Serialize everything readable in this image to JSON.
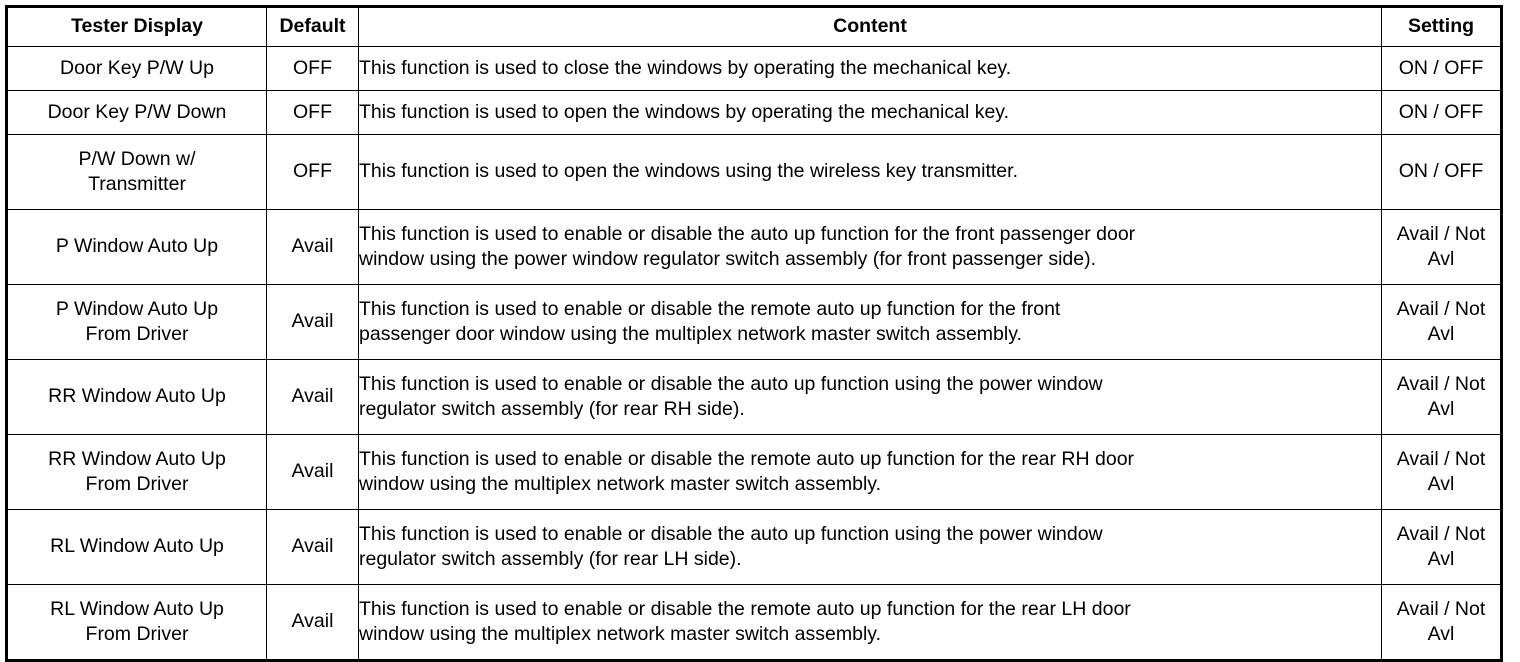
{
  "table": {
    "columns": [
      {
        "key": "display",
        "label": "Tester Display"
      },
      {
        "key": "default",
        "label": "Default"
      },
      {
        "key": "content",
        "label": "Content"
      },
      {
        "key": "setting",
        "label": "Setting"
      }
    ],
    "rows": [
      {
        "display_l1": "Door Key P/W Up",
        "display_l2": "",
        "default": "OFF",
        "content_l1": "This function is used to close the windows by operating the mechanical key.",
        "content_l2": "",
        "setting_l1": "ON / OFF",
        "setting_l2": ""
      },
      {
        "display_l1": "Door Key P/W Down",
        "display_l2": "",
        "default": "OFF",
        "content_l1": "This function is used to open the windows by operating the mechanical key.",
        "content_l2": "",
        "setting_l1": "ON / OFF",
        "setting_l2": ""
      },
      {
        "display_l1": "P/W Down w/",
        "display_l2": "Transmitter",
        "default": "OFF",
        "content_l1": "This function is used to open the windows using the wireless key transmitter.",
        "content_l2": "",
        "setting_l1": "ON / OFF",
        "setting_l2": ""
      },
      {
        "display_l1": "P Window Auto Up",
        "display_l2": "",
        "default": "Avail",
        "content_l1": "This function is used to enable or disable the auto up function for the front passenger door",
        "content_l2": "window using the power window regulator switch assembly (for front passenger side).",
        "setting_l1": "Avail / Not",
        "setting_l2": "Avl"
      },
      {
        "display_l1": "P Window Auto Up",
        "display_l2": "From Driver",
        "default": "Avail",
        "content_l1": "This function is used to enable or disable the remote auto up function for the front",
        "content_l2": "passenger door window using the multiplex network master switch assembly.",
        "setting_l1": "Avail / Not",
        "setting_l2": "Avl"
      },
      {
        "display_l1": "RR Window Auto Up",
        "display_l2": "",
        "default": "Avail",
        "content_l1": "This function is used to enable or disable the auto up function using the power window",
        "content_l2": "regulator switch assembly (for rear RH side).",
        "setting_l1": "Avail / Not",
        "setting_l2": "Avl"
      },
      {
        "display_l1": "RR Window Auto Up",
        "display_l2": "From Driver",
        "default": "Avail",
        "content_l1": "This function is used to enable or disable the remote auto up function for the rear RH door",
        "content_l2": "window using the multiplex network master switch assembly.",
        "setting_l1": "Avail / Not",
        "setting_l2": "Avl"
      },
      {
        "display_l1": "RL Window Auto Up",
        "display_l2": "",
        "default": "Avail",
        "content_l1": "This function is used to enable or disable the auto up function using the power window",
        "content_l2": "regulator switch assembly (for rear LH side).",
        "setting_l1": "Avail / Not",
        "setting_l2": "Avl"
      },
      {
        "display_l1": "RL Window Auto Up",
        "display_l2": "From Driver",
        "default": "Avail",
        "content_l1": "This function is used to enable or disable the remote auto up function for the rear LH door",
        "content_l2": "window using the multiplex network master switch assembly.",
        "setting_l1": "Avail / Not",
        "setting_l2": "Avl"
      }
    ]
  },
  "colors": {
    "text": "#000000",
    "border": "#000000",
    "background": "#ffffff"
  }
}
